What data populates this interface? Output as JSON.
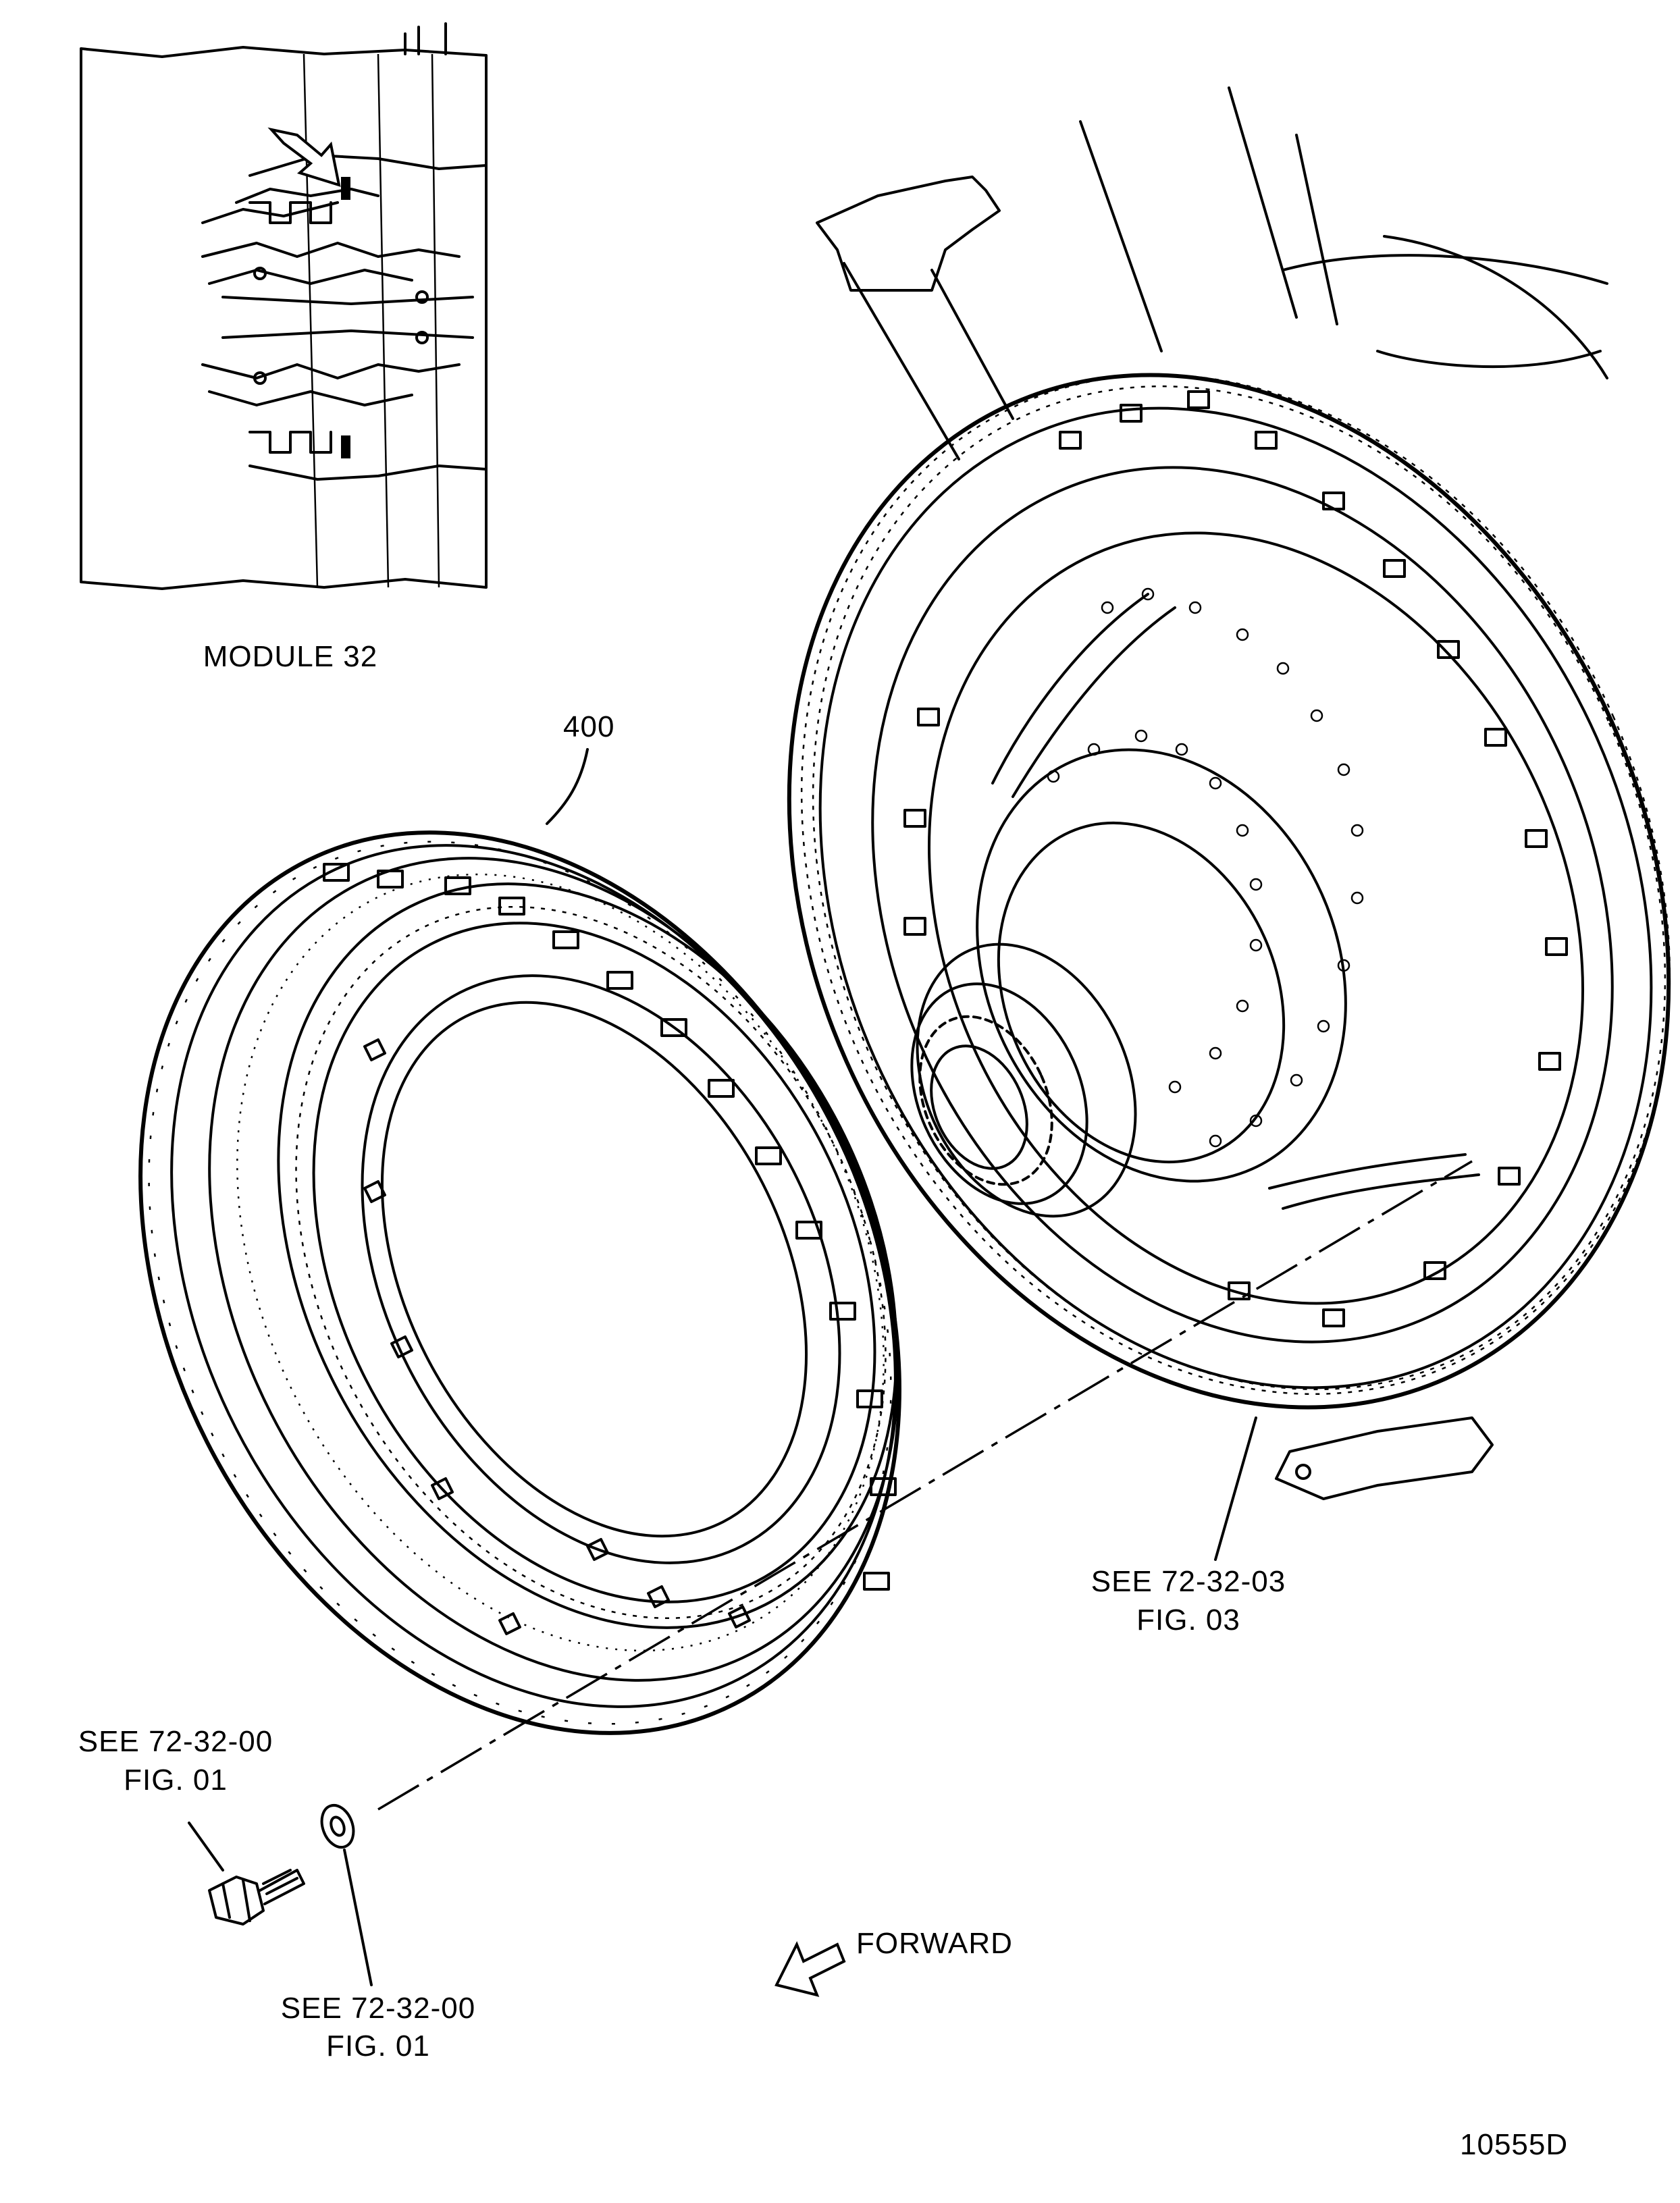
{
  "inset": {
    "caption": "MODULE 32"
  },
  "callouts": {
    "ring_item": "400",
    "see_fig03_line1": "SEE  72-32-03",
    "see_fig03_line2": "FIG. 03",
    "see_bolt_line1": "SEE  72-32-00",
    "see_bolt_line2": "FIG. 01",
    "see_washer_line1": "SEE  72-32-00",
    "see_washer_line2": "FIG. 01",
    "forward": "FORWARD"
  },
  "drawing_number": "10555D",
  "icons": [
    "forward-arrow-icon",
    "hex-bolt-icon",
    "washer-icon",
    "location-arrow-icon"
  ]
}
